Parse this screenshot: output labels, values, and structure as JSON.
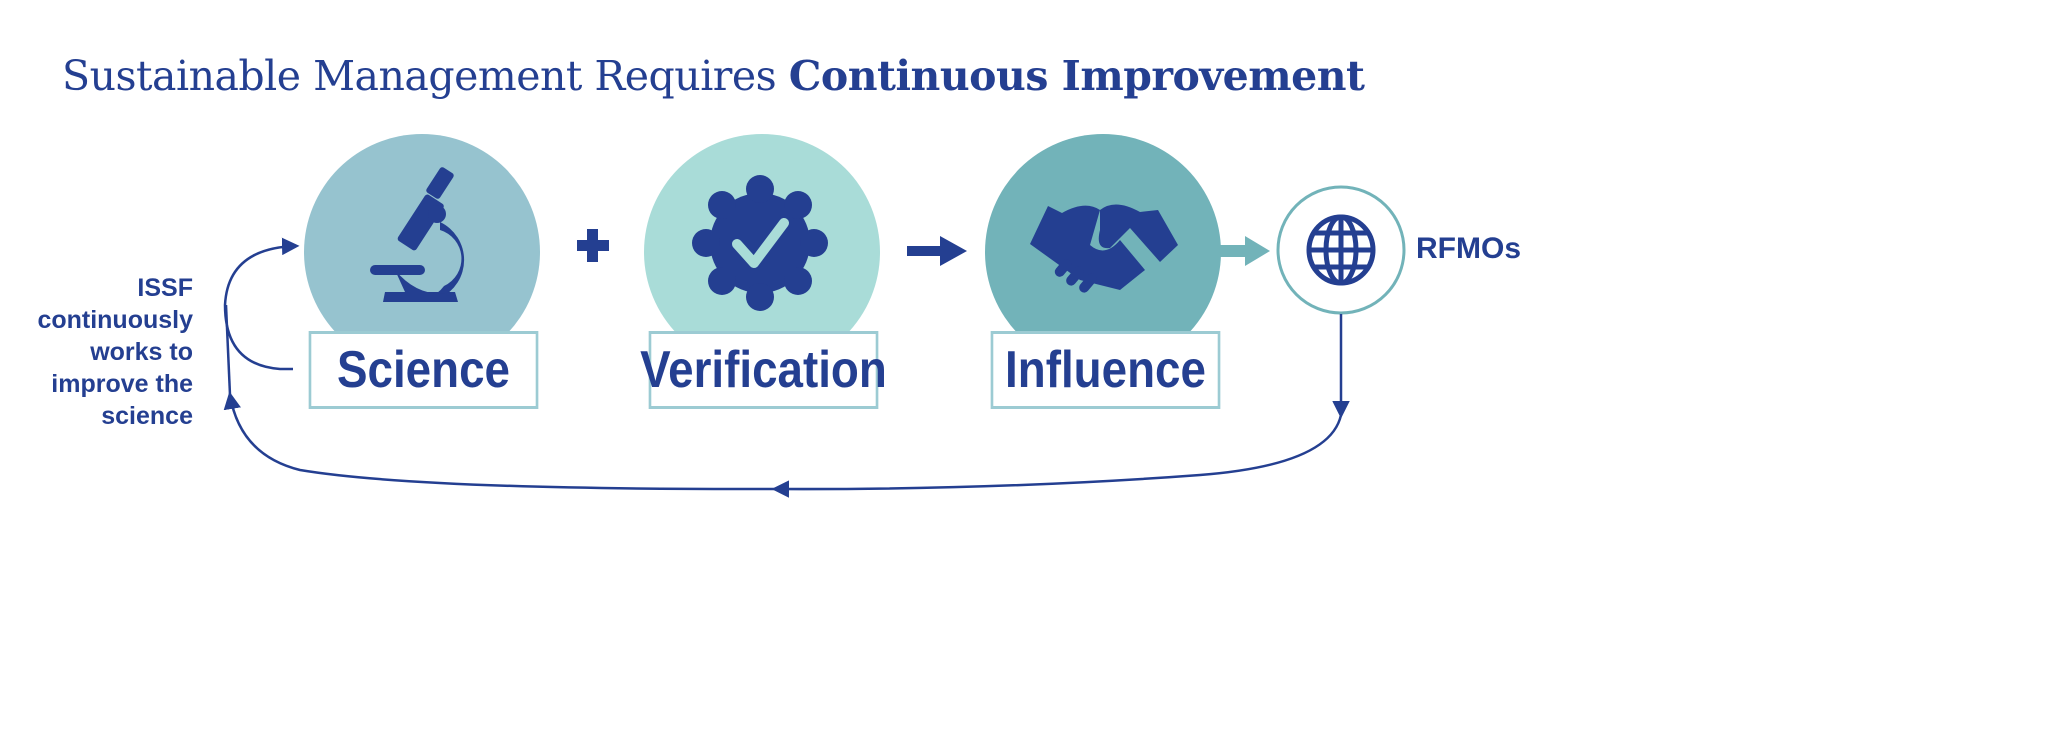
{
  "title": {
    "regular": "Sustainable Management Requires ",
    "bold": "Continuous Improvement"
  },
  "steps": [
    {
      "label": "Science",
      "icon": "microscope-icon"
    },
    {
      "label": "Verification",
      "icon": "verified-badge-icon"
    },
    {
      "label": "Influence",
      "icon": "handshake-icon"
    }
  ],
  "connectors": {
    "plus": "+",
    "arrow": "→"
  },
  "target": {
    "label": "RFMOs",
    "icon": "globe-icon"
  },
  "loop_note": [
    "ISSF",
    "continuously",
    "works to",
    "improve the",
    "science"
  ],
  "colors": {
    "dark_blue": "#243f91",
    "science": "#96c3cf",
    "verification": "#a9dcd8",
    "influence": "#72b3b9",
    "box_border": "#9ccbd3"
  }
}
